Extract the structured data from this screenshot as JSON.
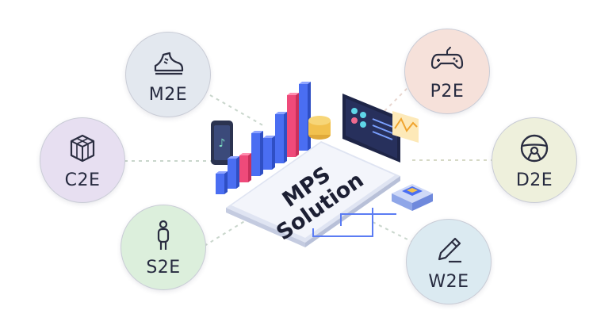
{
  "center": {
    "title_line1": "MPS",
    "title_line2": "Solution"
  },
  "nodes": [
    {
      "id": "m2e",
      "label": "M2E",
      "icon": "sneaker-icon",
      "bg": "#e3e8ef"
    },
    {
      "id": "c2e",
      "label": "C2E",
      "icon": "cube-grid-icon",
      "bg": "#e7dff1"
    },
    {
      "id": "s2e",
      "label": "S2E",
      "icon": "person-icon",
      "bg": "#dcefdc"
    },
    {
      "id": "p2e",
      "label": "P2E",
      "icon": "gamepad-icon",
      "bg": "#f6e1da"
    },
    {
      "id": "d2e",
      "label": "D2E",
      "icon": "steering-wheel-icon",
      "bg": "#eef0dc"
    },
    {
      "id": "w2e",
      "label": "W2E",
      "icon": "pencil-icon",
      "bg": "#dbeaf1"
    }
  ],
  "colors": {
    "icon_stroke": "#2a2d40",
    "bar_blue": "#4a6ef2",
    "bar_pink": "#ef4a7a",
    "connector": "#c9d6cc"
  }
}
